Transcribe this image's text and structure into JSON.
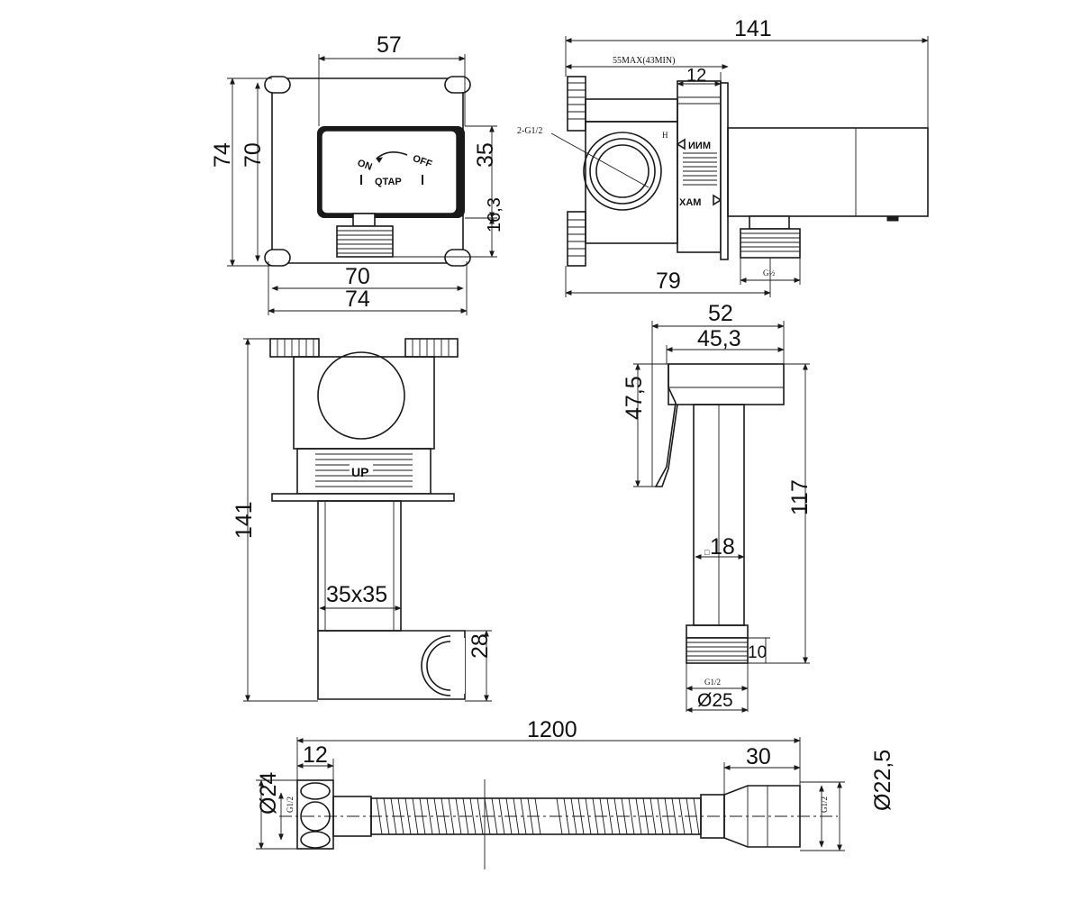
{
  "front_view": {
    "dim_width_top": "57",
    "dim_height_outer": "74",
    "dim_height_inner": "70",
    "dim_panel_height": "35",
    "dim_thread_height": "16,3",
    "dim_width_inner": "70",
    "dim_width_outer": "74",
    "label_on": "ON",
    "label_off": "OFF",
    "label_brand": "QTAP"
  },
  "side_view": {
    "dim_total_length": "141",
    "dim_depth_range": "55MAX(43MIN)",
    "dim_flange": "12",
    "dim_inlets": "2-G1/2",
    "label_h": "H",
    "label_cold": "ИИМ",
    "label_hot": "XAM",
    "dim_offset": "79",
    "dim_outlet_thread": "G½"
  },
  "top_view": {
    "dim_length": "141",
    "label_up": "UP",
    "dim_square": "35x35",
    "dim_holder": "28"
  },
  "sprayer_view": {
    "dim_width": "52",
    "dim_width_inner": "45,3",
    "dim_handle": "47,5",
    "dim_height": "117",
    "dim_tube": "18",
    "dim_thread_len": "10",
    "dim_thread": "G1/2",
    "dim_diameter": "Ø25"
  },
  "hose_view": {
    "dim_length": "1200",
    "dim_nut_len": "12",
    "dim_cone_len": "30",
    "dim_nut_dia": "Ø24",
    "dim_cone_dia": "Ø22,5",
    "dim_thread_left": "G1/2",
    "dim_thread_right": "G1/2"
  }
}
